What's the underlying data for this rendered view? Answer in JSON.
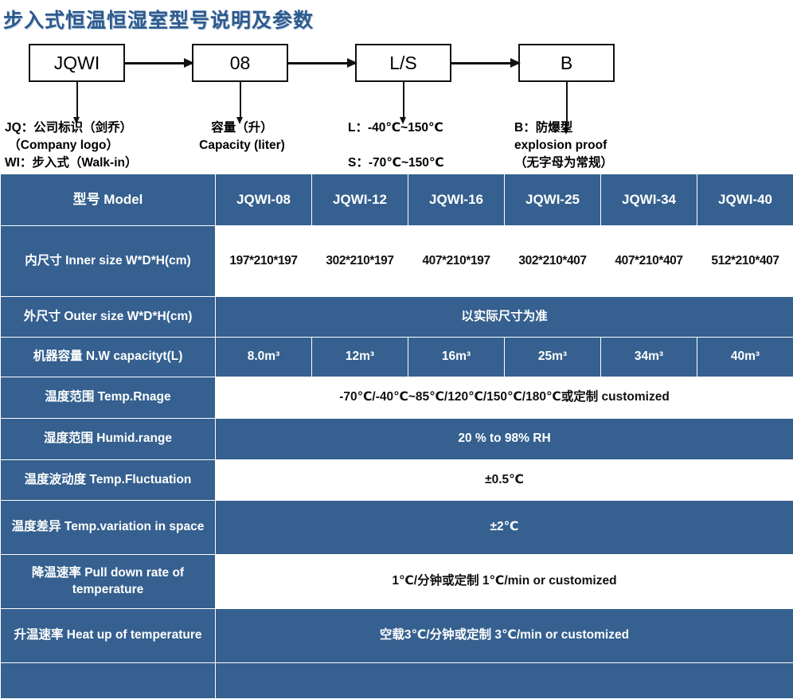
{
  "title": "步入式恒温恒湿室型号说明及参数",
  "diagram": {
    "boxes": [
      {
        "label": "JQWI"
      },
      {
        "label": "08"
      },
      {
        "label": "L/S"
      },
      {
        "label": "B"
      }
    ],
    "captions": [
      "JQ：公司标识（剑乔）\n （Company logo）\nWI：步入式（Walk-in）",
      "容量（升）\nCapacity (liter)",
      "L：-40℃~150℃\n\nS：-70℃~150℃",
      "B：防爆型\nexplosion proof\n（无字母为常规）"
    ]
  },
  "table": {
    "header": {
      "label": "型号 Model",
      "models": [
        "JQWI-08",
        "JQWI-12",
        "JQWI-16",
        "JQWI-25",
        "JQWI-34",
        "JQWI-40"
      ]
    },
    "rows": [
      {
        "label": "内尺寸 Inner size W*D*H(cm)",
        "label_style": "blue",
        "cell_style": "white",
        "values": [
          "197*210*197",
          "302*210*197",
          "407*210*197",
          "302*210*407",
          "407*210*407",
          "512*210*407"
        ]
      },
      {
        "label": "外尺寸 Outer size W*D*H(cm)",
        "label_style": "blue",
        "cell_style": "blue",
        "span": "以实际尺寸为准"
      },
      {
        "label": "机器容量 N.W capacityt(L)",
        "label_style": "blue",
        "cell_style": "blue",
        "values": [
          "8.0m³",
          "12m³",
          "16m³",
          "25m³",
          "34m³",
          "40m³"
        ]
      },
      {
        "label": "温度范围 Temp.Rnage",
        "label_style": "blue",
        "cell_style": "white",
        "span": "-70℃/-40℃~85℃/120℃/150℃/180℃或定制 customized"
      },
      {
        "label": "湿度范围 Humid.range",
        "label_style": "blue",
        "cell_style": "blue",
        "span": "20 % to 98% RH"
      },
      {
        "label": "温度波动度 Temp.Fluctuation",
        "label_style": "blue",
        "cell_style": "white",
        "span": "±0.5℃"
      },
      {
        "label": "温度差异 Temp.variation in space",
        "label_style": "blue",
        "cell_style": "blue",
        "span": "±2℃"
      },
      {
        "label": "降温速率 Pull down rate of temperature",
        "label_style": "blue",
        "cell_style": "white",
        "span": "1℃/分钟或定制    1℃/min or customized"
      },
      {
        "label": "升温速率 Heat up of temperature",
        "label_style": "blue",
        "cell_style": "blue",
        "span": "空载3℃/分钟或定制 3℃/min or customized"
      },
      {
        "label": "",
        "label_style": "blue",
        "cell_style": "blue",
        "span": ""
      }
    ]
  },
  "colors": {
    "brand_blue": "#35608f",
    "title_blue": "#2d5a8e",
    "cell_white": "#ffffff",
    "text_dark": "#111111"
  }
}
